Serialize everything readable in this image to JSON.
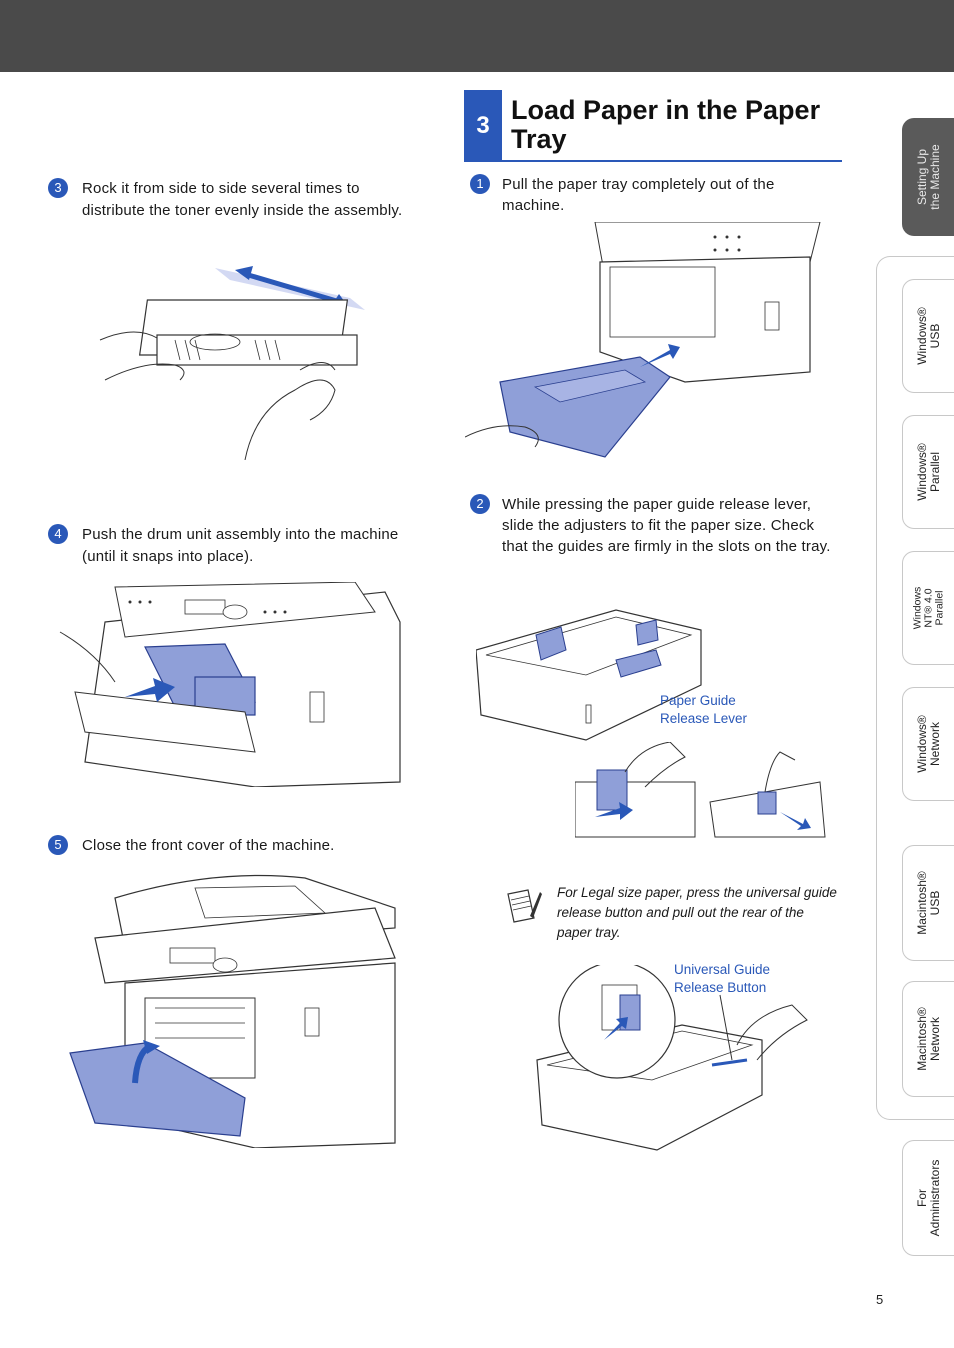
{
  "left_steps": [
    {
      "num": "3",
      "text": "Rock it from side to side several times to distribute the toner evenly inside the assembly."
    },
    {
      "num": "4",
      "text": "Push the drum unit assembly into the machine (until it snaps into place)."
    },
    {
      "num": "5",
      "text": "Close the front cover of the machine."
    }
  ],
  "section": {
    "number": "3",
    "title": "Load Paper in the Paper Tray"
  },
  "right_steps": [
    {
      "num": "1",
      "text": "Pull the paper tray completely out of the machine."
    },
    {
      "num": "2",
      "text": "While pressing the paper guide release lever, slide the adjusters to fit the paper size. Check that the guides are firmly in the slots on the tray."
    }
  ],
  "callouts": {
    "paper_guide": "Paper Guide\nRelease Lever",
    "universal_guide": "Universal Guide\nRelease Button"
  },
  "note": "For Legal size paper, press the universal guide release button and pull out the rear of the paper tray.",
  "tabs": [
    {
      "label": "Setting Up\nthe Machine"
    },
    {
      "label": "Windows®\nUSB"
    },
    {
      "label": "Windows®\nParallel"
    },
    {
      "label": "Windows\nNT® 4.0\nParallel"
    },
    {
      "label": "Windows®\nNetwork"
    },
    {
      "label": "Macintosh®\nUSB"
    },
    {
      "label": "Macintosh®\nNetwork"
    },
    {
      "label": "For\nAdministrators"
    }
  ],
  "page_number": "5",
  "colors": {
    "accent": "#2a58b8",
    "header_bar": "#4a4a4a",
    "illustration_fill": "#8f9fd8"
  }
}
